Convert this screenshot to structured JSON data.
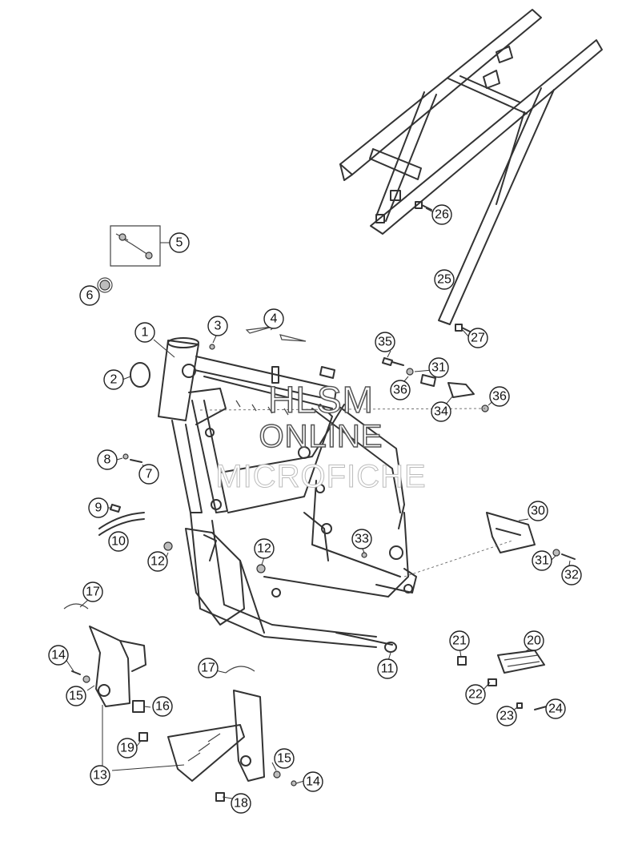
{
  "watermark": {
    "line1": "HLSM",
    "line2": "ONLINE",
    "line3": "MICROFICHE"
  },
  "callouts": [
    {
      "id": "c1",
      "label": "1"
    },
    {
      "id": "c2",
      "label": "2"
    },
    {
      "id": "c3",
      "label": "3"
    },
    {
      "id": "c4",
      "label": "4"
    },
    {
      "id": "c5",
      "label": "5"
    },
    {
      "id": "c6",
      "label": "6"
    },
    {
      "id": "c7",
      "label": "7"
    },
    {
      "id": "c8",
      "label": "8"
    },
    {
      "id": "c9",
      "label": "9"
    },
    {
      "id": "c10",
      "label": "10"
    },
    {
      "id": "c11",
      "label": "11"
    },
    {
      "id": "c12a",
      "label": "12"
    },
    {
      "id": "c12b",
      "label": "12"
    },
    {
      "id": "c13",
      "label": "13"
    },
    {
      "id": "c14a",
      "label": "14"
    },
    {
      "id": "c14b",
      "label": "14"
    },
    {
      "id": "c15a",
      "label": "15"
    },
    {
      "id": "c15b",
      "label": "15"
    },
    {
      "id": "c16",
      "label": "16"
    },
    {
      "id": "c17a",
      "label": "17"
    },
    {
      "id": "c17b",
      "label": "17"
    },
    {
      "id": "c18",
      "label": "18"
    },
    {
      "id": "c19",
      "label": "19"
    },
    {
      "id": "c20",
      "label": "20"
    },
    {
      "id": "c21",
      "label": "21"
    },
    {
      "id": "c22",
      "label": "22"
    },
    {
      "id": "c23",
      "label": "23"
    },
    {
      "id": "c24",
      "label": "24"
    },
    {
      "id": "c25",
      "label": "25"
    },
    {
      "id": "c26",
      "label": "26"
    },
    {
      "id": "c27",
      "label": "27"
    },
    {
      "id": "c30",
      "label": "30"
    },
    {
      "id": "c31a",
      "label": "31"
    },
    {
      "id": "c31b",
      "label": "31"
    },
    {
      "id": "c32",
      "label": "32"
    },
    {
      "id": "c33",
      "label": "33"
    },
    {
      "id": "c34",
      "label": "34"
    },
    {
      "id": "c35",
      "label": "35"
    },
    {
      "id": "c36a",
      "label": "36"
    },
    {
      "id": "c36b",
      "label": "36"
    }
  ]
}
